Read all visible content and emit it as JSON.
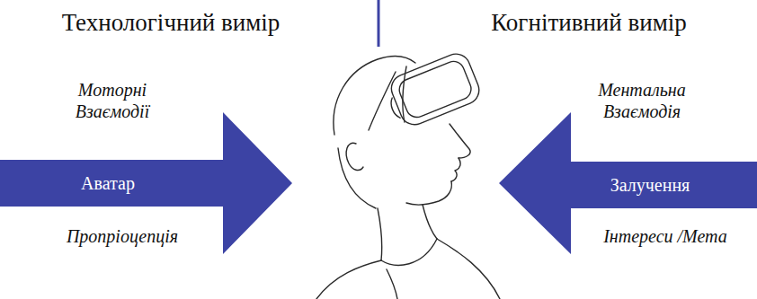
{
  "diagram": {
    "nodes": [
      {
        "text": [
          "Аватар"
        ]
      },
      {
        "text": [
          "Залучення"
        ]
      }
    ],
    "labels": [
      "Технологічний вимір",
      "Когнітивний вимір",
      "Моторні Взаємодії",
      "Пропріоцепція",
      "Ментальна Взаємодія",
      "Інтереси /Мета"
    ]
  }
}
